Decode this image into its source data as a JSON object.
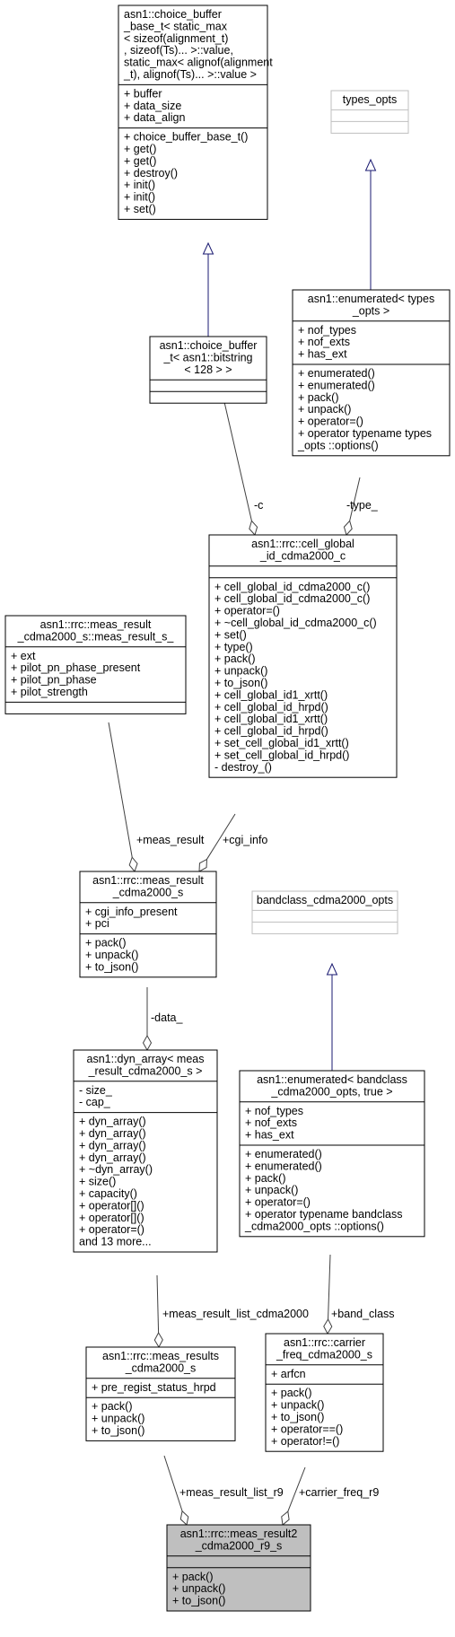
{
  "colors": {
    "border": "#000000",
    "empty_border": "#bfbfbf",
    "highlight_fill": "#bfbfbf",
    "inheritance_edge": "#191970",
    "composition_edge": "#404040"
  },
  "classes": {
    "choice_buffer_base": {
      "title": [
        "asn1::choice_buffer",
        "_base_t< static_max",
        "< sizeof(alignment_t)",
        ", sizeof(Ts)... >::value,",
        " static_max< alignof(alignment",
        "_t), alignof(Ts)... >::value >"
      ],
      "attributes": [
        "+ buffer",
        "+ data_size",
        "+ data_align"
      ],
      "methods": [
        "+ choice_buffer_base_t()",
        "+ get()",
        "+ get()",
        "+ destroy()",
        "+ init()",
        "+ init()",
        "+ set()"
      ]
    },
    "types_opts": {
      "title": [
        "types_opts"
      ],
      "attributes": [],
      "methods": []
    },
    "choice_buffer_bitstring": {
      "title": [
        "asn1::choice_buffer",
        "_t< asn1::bitstring",
        "< 128 > >"
      ],
      "attributes": [],
      "methods": []
    },
    "enumerated_types_opts": {
      "title": [
        "asn1::enumerated< types",
        "_opts >"
      ],
      "attributes": [
        "+ nof_types",
        "+ nof_exts",
        "+ has_ext"
      ],
      "methods": [
        "+ enumerated()",
        "+ enumerated()",
        "+ pack()",
        "+ unpack()",
        "+ operator=()",
        "+ operator typename types",
        "_opts ::options()"
      ]
    },
    "meas_result_s": {
      "title": [
        "asn1::rrc::meas_result",
        "_cdma2000_s::meas_result_s_"
      ],
      "attributes": [
        "+ ext",
        "+ pilot_pn_phase_present",
        "+ pilot_pn_phase",
        "+ pilot_strength"
      ],
      "methods": []
    },
    "cell_global_id": {
      "title": [
        "asn1::rrc::cell_global",
        "_id_cdma2000_c"
      ],
      "attributes": [],
      "methods": [
        "+ cell_global_id_cdma2000_c()",
        "+ cell_global_id_cdma2000_c()",
        "+ operator=()",
        "+ ~cell_global_id_cdma2000_c()",
        "+ set()",
        "+ type()",
        "+ pack()",
        "+ unpack()",
        "+ to_json()",
        "+ cell_global_id1_xrtt()",
        "+ cell_global_id_hrpd()",
        "+ cell_global_id1_xrtt()",
        "+ cell_global_id_hrpd()",
        "+ set_cell_global_id1_xrtt()",
        "+ set_cell_global_id_hrpd()",
        "- destroy_()"
      ]
    },
    "meas_result_cdma2000": {
      "title": [
        "asn1::rrc::meas_result",
        "_cdma2000_s"
      ],
      "attributes": [
        "+ cgi_info_present",
        "+ pci"
      ],
      "methods": [
        "+ pack()",
        "+ unpack()",
        "+ to_json()"
      ]
    },
    "bandclass_opts": {
      "title": [
        "bandclass_cdma2000_opts"
      ],
      "attributes": [],
      "methods": []
    },
    "dyn_array": {
      "title": [
        "asn1::dyn_array< meas",
        "_result_cdma2000_s >"
      ],
      "attributes": [
        "- size_",
        "- cap_"
      ],
      "methods": [
        "+ dyn_array()",
        "+ dyn_array()",
        "+ dyn_array()",
        "+ dyn_array()",
        "+ ~dyn_array()",
        "+ size()",
        "+ capacity()",
        "+ operator[]()",
        "+ operator[]()",
        "+ operator=()",
        "and 13 more..."
      ]
    },
    "enumerated_bandclass": {
      "title": [
        "asn1::enumerated< bandclass",
        "_cdma2000_opts, true >"
      ],
      "attributes": [
        "+ nof_types",
        "+ nof_exts",
        "+ has_ext"
      ],
      "methods": [
        "+ enumerated()",
        "+ enumerated()",
        "+ pack()",
        "+ unpack()",
        "+ operator=()",
        "+ operator typename bandclass",
        "_cdma2000_opts ::options()"
      ]
    },
    "meas_results_cdma2000": {
      "title": [
        "asn1::rrc::meas_results",
        "_cdma2000_s"
      ],
      "attributes": [
        "+ pre_regist_status_hrpd"
      ],
      "methods": [
        "+ pack()",
        "+ unpack()",
        "+ to_json()"
      ]
    },
    "carrier_freq": {
      "title": [
        "asn1::rrc::carrier",
        "_freq_cdma2000_s"
      ],
      "attributes": [
        "+ arfcn"
      ],
      "methods": [
        "+ pack()",
        "+ unpack()",
        "+ to_json()",
        "+ operator==()",
        "+ operator!=()"
      ]
    },
    "meas_result2": {
      "title": [
        "asn1::rrc::meas_result2",
        "_cdma2000_r9_s"
      ],
      "attributes": [],
      "methods": [
        "+ pack()",
        "+ unpack()",
        "+ to_json()"
      ]
    }
  },
  "edges": [
    {
      "from": "choice_buffer_bitstring",
      "to": "choice_buffer_base",
      "kind": "inherit",
      "label": ""
    },
    {
      "from": "enumerated_types_opts",
      "to": "types_opts",
      "kind": "inherit",
      "label": ""
    },
    {
      "from": "choice_buffer_bitstring",
      "to": "cell_global_id",
      "kind": "compose",
      "label": "-c"
    },
    {
      "from": "enumerated_types_opts",
      "to": "cell_global_id",
      "kind": "compose",
      "label": "-type_"
    },
    {
      "from": "meas_result_s",
      "to": "meas_result_cdma2000",
      "kind": "compose",
      "label": "+meas_result"
    },
    {
      "from": "cell_global_id",
      "to": "meas_result_cdma2000",
      "kind": "compose",
      "label": "+cgi_info"
    },
    {
      "from": "meas_result_cdma2000",
      "to": "dyn_array",
      "kind": "compose",
      "label": "-data_"
    },
    {
      "from": "enumerated_bandclass",
      "to": "bandclass_opts",
      "kind": "inherit",
      "label": ""
    },
    {
      "from": "dyn_array",
      "to": "meas_results_cdma2000",
      "kind": "compose",
      "label": "+meas_result_list_cdma2000"
    },
    {
      "from": "enumerated_bandclass",
      "to": "carrier_freq",
      "kind": "compose",
      "label": "+band_class"
    },
    {
      "from": "meas_results_cdma2000",
      "to": "meas_result2",
      "kind": "compose",
      "label": "+meas_result_list_r9"
    },
    {
      "from": "carrier_freq",
      "to": "meas_result2",
      "kind": "compose",
      "label": "+carrier_freq_r9"
    }
  ]
}
